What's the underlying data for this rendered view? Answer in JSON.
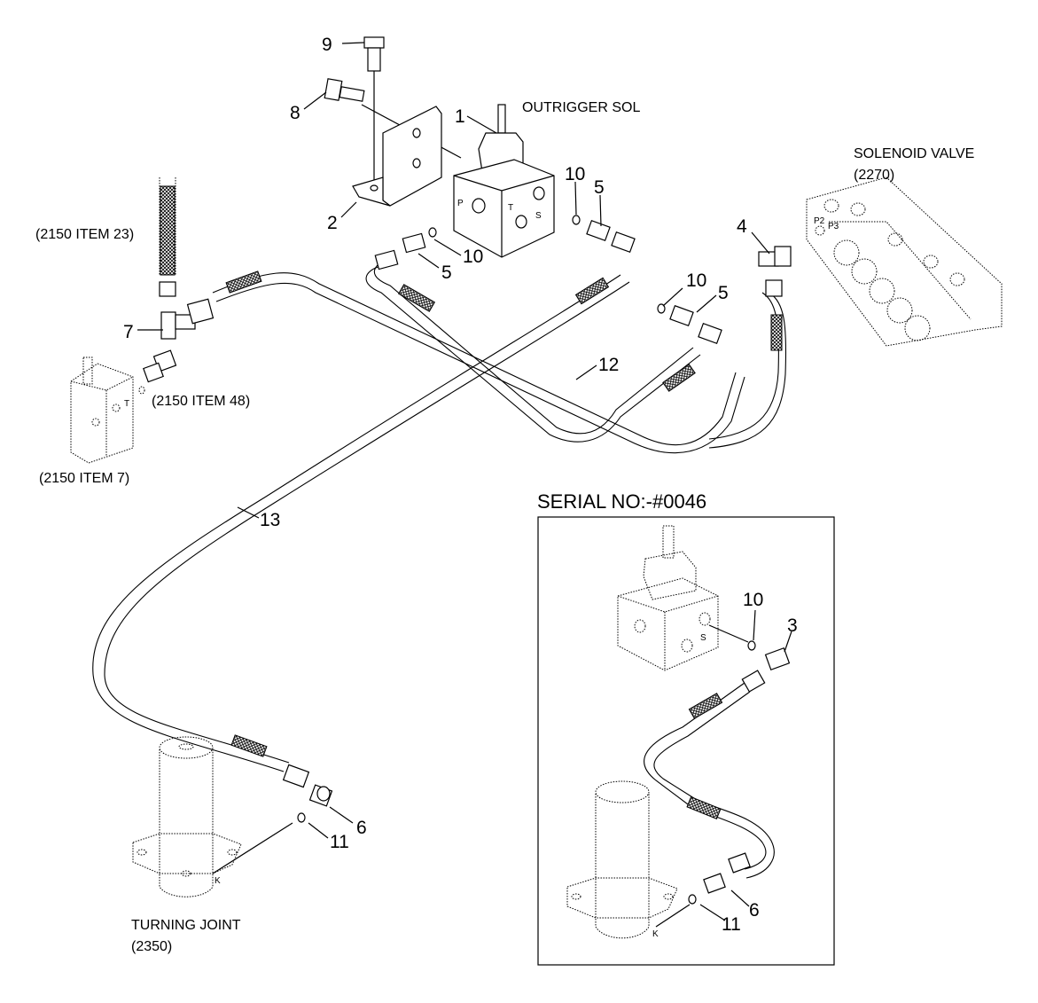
{
  "captions": {
    "outrigger_sol": "OUTRIGGER SOL",
    "solenoid_valve": "SOLENOID VALVE",
    "solenoid_valve_ref": "(2270)",
    "item23": "(2150 ITEM 23)",
    "item48": "(2150 ITEM 48)",
    "item7": "(2150 ITEM 7)",
    "turning_joint": "TURNING JOINT",
    "turning_joint_ref": "(2350)",
    "serial": "SERIAL NO:-#0046"
  },
  "ports": {
    "p": "P",
    "t": "T",
    "s": "S",
    "t_valve": "T",
    "k": "K",
    "s_inset": "S",
    "k_inset": "K",
    "p2": "P2",
    "p3": "P3"
  },
  "callouts": {
    "c1": "1",
    "c2": "2",
    "c3": "3",
    "c4": "4",
    "c5a": "5",
    "c5b": "5",
    "c5c": "5",
    "c6": "6",
    "c6b": "6",
    "c7": "7",
    "c8": "8",
    "c9": "9",
    "c10a": "10",
    "c10b": "10",
    "c10c": "10",
    "c10d": "10",
    "c11": "11",
    "c11b": "11",
    "c12": "12",
    "c13": "13"
  }
}
